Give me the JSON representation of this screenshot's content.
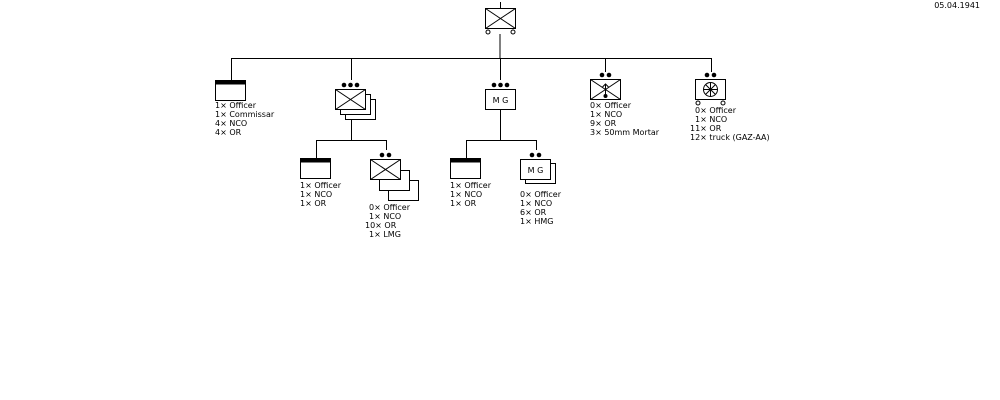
{
  "date": "05.04.1941",
  "units": [
    {
      "id": "hq",
      "kind": "infantry",
      "has_wheels": true,
      "echelon": 0,
      "label": "",
      "personnel": []
    },
    {
      "id": "staff",
      "kind": "headquarters",
      "echelon": 0,
      "label": "",
      "personnel": [
        "1× Officer",
        "1× Commissar",
        "4× NCO",
        "4× OR"
      ]
    },
    {
      "id": "rifle-platoon",
      "kind": "infantry",
      "echelon": 3,
      "stack": 3,
      "label": "",
      "personnel": []
    },
    {
      "id": "mg-platoon",
      "kind": "machine-gun",
      "echelon": 3,
      "label": "M G",
      "personnel": []
    },
    {
      "id": "mortar-section",
      "kind": "mortar",
      "echelon": 2,
      "personnel": [
        "0× Officer",
        "1× NCO",
        "9× OR",
        "3× 50mm Mortar"
      ]
    },
    {
      "id": "transport",
      "kind": "motorized-transport",
      "echelon": 2,
      "personnel": [
        "0× Officer",
        "1× NCO",
        "11× OR",
        "12× truck (GAZ-AA)"
      ]
    },
    {
      "id": "rifle-hq",
      "kind": "headquarters",
      "echelon": 0,
      "personnel": [
        "1× Officer",
        "1× NCO",
        "1× OR"
      ]
    },
    {
      "id": "rifle-squad",
      "kind": "infantry",
      "echelon": 2,
      "stack": 3,
      "personnel": [
        "0× Officer",
        "1× NCO",
        "10× OR",
        "1× LMG"
      ]
    },
    {
      "id": "mg-hq",
      "kind": "headquarters",
      "echelon": 0,
      "personnel": [
        "1× Officer",
        "1× NCO",
        "1× OR"
      ]
    },
    {
      "id": "mg-section",
      "kind": "machine-gun",
      "echelon": 2,
      "stack": 2,
      "label": "M G",
      "personnel": [
        "0× Officer",
        "1× NCO",
        "6× OR",
        "1× HMG"
      ]
    }
  ]
}
